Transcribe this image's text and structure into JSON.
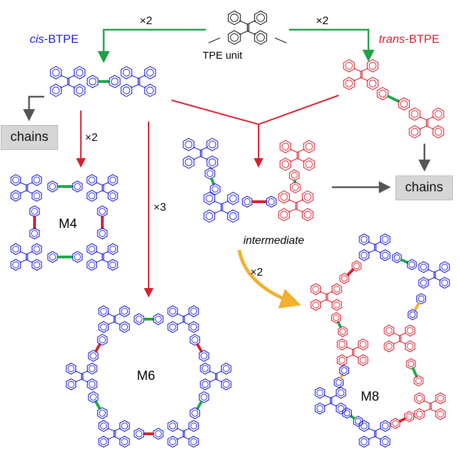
{
  "colors": {
    "cis": "#1c1cd9",
    "trans": "#d81f2f",
    "green_link": "#1ea84a",
    "red_link": "#d81f2f",
    "orange_link": "#f1b030",
    "arrow_green": "#22a04a",
    "arrow_red": "#d81f2f",
    "arrow_gray": "#555555",
    "arrow_orange": "#f1b030",
    "chains_box": "#d6d6d6",
    "text": "#000000"
  },
  "labels": {
    "tpe_unit": "TPE unit",
    "times2_left": "×2",
    "times2_right": "×2",
    "cis_prefix": "cis",
    "cis_suffix": "-BTPE",
    "trans_prefix": "trans",
    "trans_suffix": "-BTPE",
    "chains_left": "chains",
    "chains_right": "chains",
    "times2_down": "×2",
    "times3_down": "×3",
    "intermediate": "intermediate",
    "times2_orange": "×2",
    "m4": "M4",
    "m6": "M6",
    "m8": "M8"
  }
}
